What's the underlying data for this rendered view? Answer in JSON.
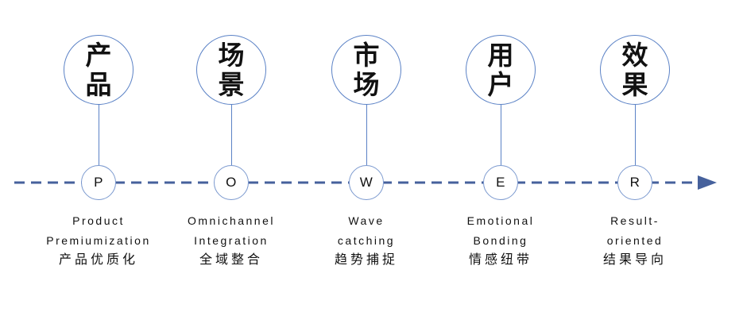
{
  "diagram": {
    "title": "POWER framework timeline diagram",
    "colors": {
      "arrow": "#46619C",
      "circle_stroke": "#5B82C6",
      "small_circle_stroke": "#7B99CF",
      "text": "#111111",
      "background": "#FFFFFF"
    },
    "columns": [
      {
        "concept_chars": [
          "产",
          "品"
        ],
        "letter": "P",
        "caption": [
          "Product",
          "Premiumization",
          "产品优质化"
        ]
      },
      {
        "concept_chars": [
          "场",
          "景"
        ],
        "letter": "O",
        "caption": [
          "Omnichannel",
          "Integration",
          "全域整合"
        ]
      },
      {
        "concept_chars": [
          "市",
          "场"
        ],
        "letter": "W",
        "caption": [
          "Wave",
          "catching",
          "趋势捕捉"
        ]
      },
      {
        "concept_chars": [
          "用",
          "户"
        ],
        "letter": "E",
        "caption": [
          "Emotional",
          "Bonding",
          "情感纽带"
        ]
      },
      {
        "concept_chars": [
          "效",
          "果"
        ],
        "letter": "R",
        "caption": [
          "Result-",
          "oriented",
          "结果导向"
        ]
      }
    ]
  }
}
